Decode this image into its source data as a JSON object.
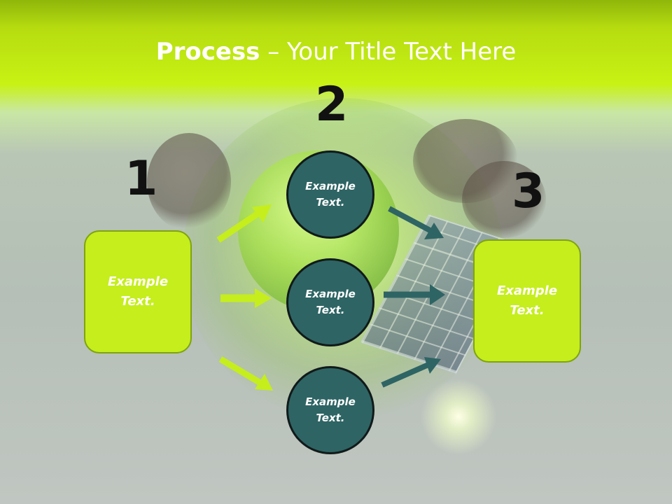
{
  "title": {
    "bold": "Process",
    "rest": " – Your Title Text Here"
  },
  "steps": [
    {
      "number": "1",
      "box_text": "Example\nText."
    },
    {
      "number": "2"
    },
    {
      "number": "3",
      "box_text": "Example\nText."
    }
  ],
  "circles": [
    {
      "text": "Example\nText."
    },
    {
      "text": "Example\nText."
    },
    {
      "text": "Example\nText."
    }
  ],
  "colors": {
    "box_fill": "#c5ee1c",
    "circle_fill": "#2e6464",
    "arrow_left": "#c5ee1c",
    "arrow_right": "#2e6464",
    "title_text": "#ffffff",
    "number_text": "#111111"
  }
}
